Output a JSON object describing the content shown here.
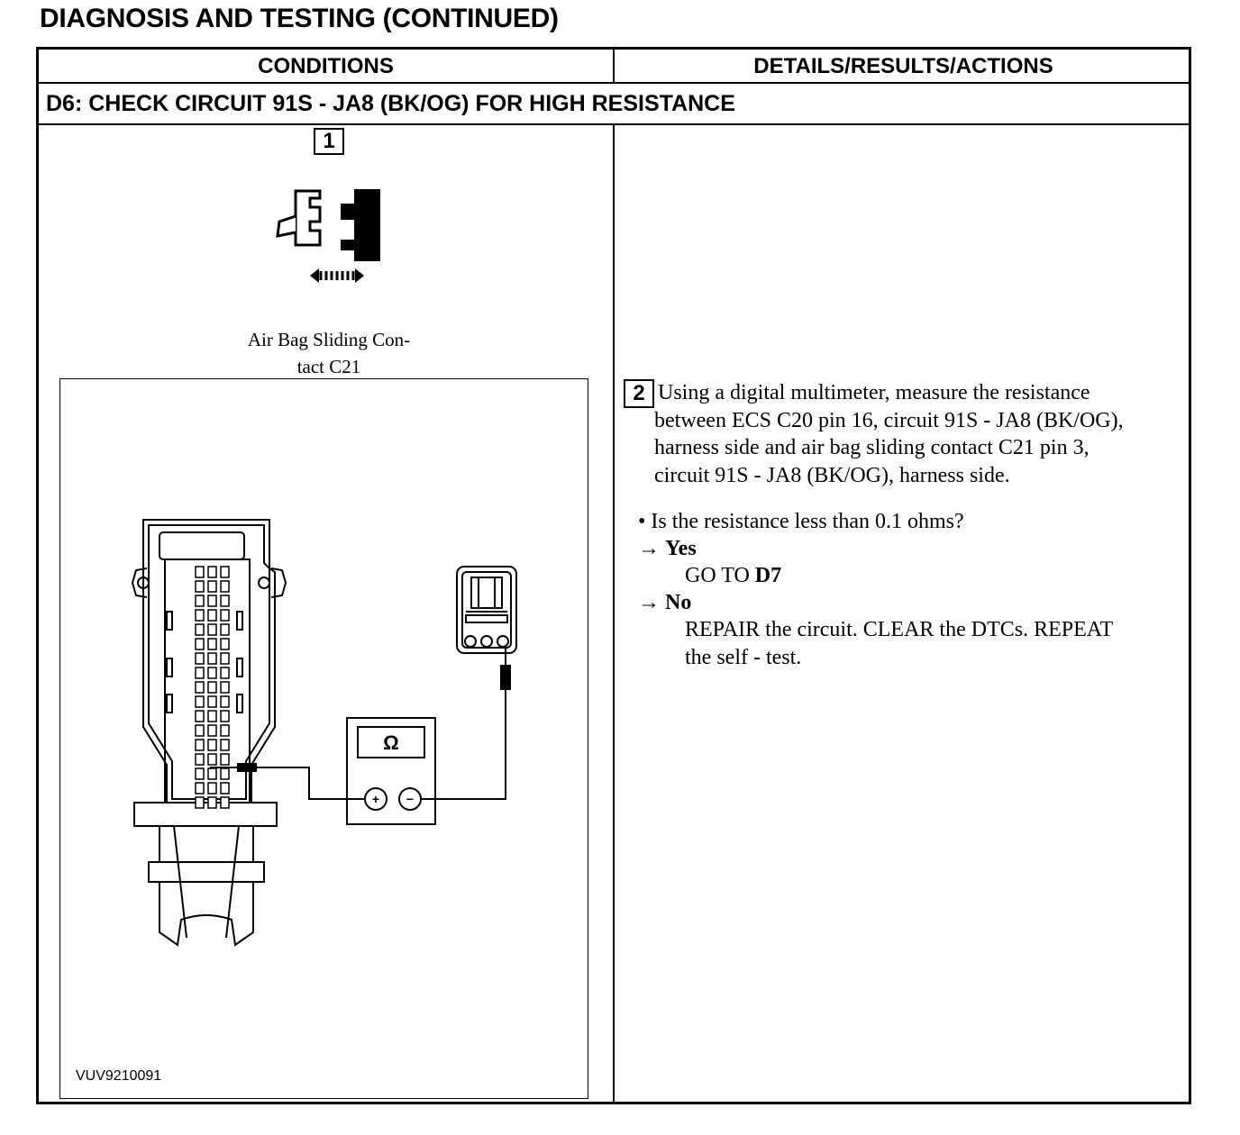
{
  "page": {
    "title": "DIAGNOSIS AND TESTING (CONTINUED)"
  },
  "table": {
    "col_conditions": "CONDITIONS",
    "col_details": "DETAILS/RESULTS/ACTIONS",
    "step_title": "D6: CHECK CIRCUIT 91S - JA8 (BK/OG) FOR HIGH RESISTANCE"
  },
  "step1": {
    "number": "1",
    "connector_caption_line1": "Air Bag Sliding Con-",
    "connector_caption_line2": "tact C21",
    "icon": "disconnect-connector-icon"
  },
  "diagram": {
    "meter_symbol": "Ω",
    "plus_symbol": "+",
    "minus_symbol": "−",
    "figure_id": "VUV9210091"
  },
  "step2": {
    "number": "2",
    "instruction_lines": [
      "Using a digital multimeter, measure the resistance",
      "between ECS C20 pin 16, circuit 91S - JA8 (BK/OG),",
      "harness side and air bag sliding contact C21 pin 3,",
      "circuit 91S - JA8 (BK/OG), harness side."
    ],
    "question": "• Is the resistance less than 0.1 ohms?",
    "yes_arrow": "→",
    "yes_label": "Yes",
    "yes_action_prefix": "GO TO ",
    "yes_action_target": "D7",
    "no_arrow": "→",
    "no_label": "No",
    "no_action_line1": "REPAIR the circuit. CLEAR the DTCs. REPEAT",
    "no_action_line2": "the self - test."
  }
}
